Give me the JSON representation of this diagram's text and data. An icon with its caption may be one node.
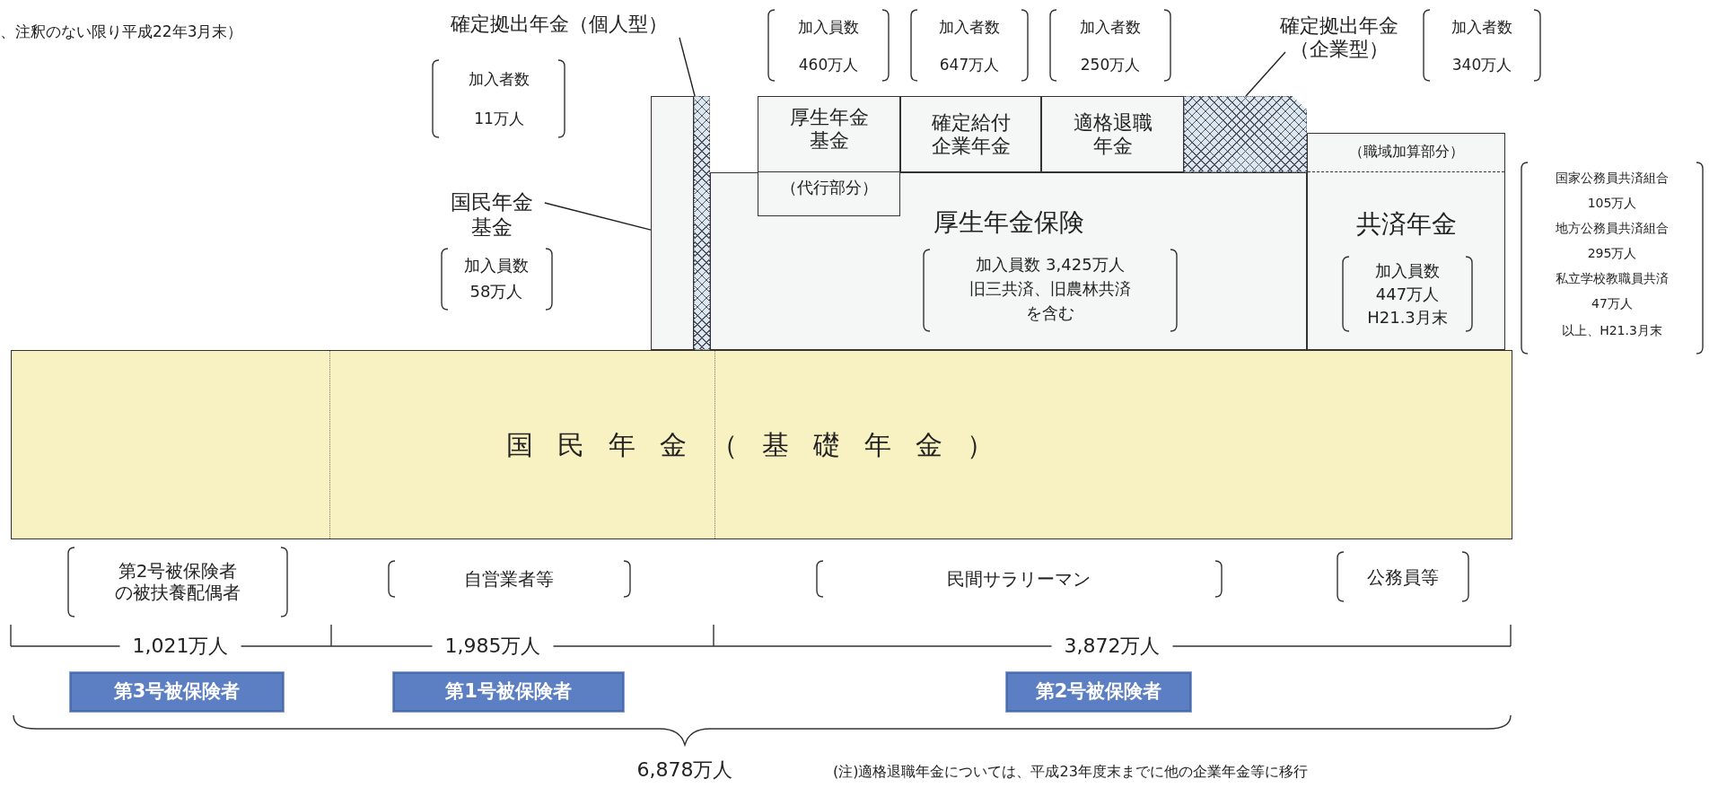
{
  "diagram": {
    "nodes": [
      {
        "text": [
          "国民年金（基礎年金）"
        ]
      },
      {
        "text": [],
        "shape": "box"
      },
      {
        "text": [],
        "shape": "box"
      },
      {
        "text": [
          "厚生年金保険"
        ]
      },
      {
        "text": [
          "（職域加算部分）",
          "共済年金"
        ]
      },
      {
        "text": [
          "厚生年金基金",
          "（代行部分）"
        ]
      },
      {
        "text": [
          "確定給付企業年金"
        ]
      },
      {
        "text": [
          "適格退職年金"
        ]
      },
      {
        "text": [],
        "shape": "box"
      },
      {
        "text": [
          "確定拠出年金（個人型）"
        ]
      },
      {
        "text": [
          "国民年金基金"
        ]
      },
      {
        "text": [
          "確定拠出年金（企業型）"
        ]
      },
      {
        "text": [
          "第3号被保険者"
        ]
      },
      {
        "text": [
          "第1号被保険者"
        ]
      },
      {
        "text": [
          "第2号被保険者"
        ]
      }
    ],
    "edges": [
      {
        "from": 9,
        "to": 2,
        "arrow": "none"
      },
      {
        "from": 10,
        "to": 1,
        "arrow": "none"
      },
      {
        "from": 11,
        "to": 8,
        "arrow": "none"
      }
    ],
    "labels": [
      "、注釈のない限り平成22年3月末）",
      "加入者数",
      "11万人",
      "加入員数",
      "58万人",
      "加入員数",
      "460万人",
      "加入者数",
      "647万人",
      "加入者数",
      "250万人",
      "加入者数",
      "340万人",
      "加入員数 3,425万人",
      "旧三共済、旧農林共済",
      "を含む",
      "加入員数",
      "447万人",
      "H21.3月末",
      "国家公務員共済組合",
      "105万人",
      "地方公務員共済組合",
      "295万人",
      "私立学校教職員共済",
      "47万人",
      "以上、H21.3月末",
      "第2号被保険者の被扶養配偶者",
      "自営業者等",
      "民間サラリーマン",
      "公務員等",
      "1,021万人",
      "1,985万人",
      "3,872万人",
      "6,878万人",
      "(注)適格退職年金については、平成23年度末までに他の企業年金等に移行"
    ]
  }
}
